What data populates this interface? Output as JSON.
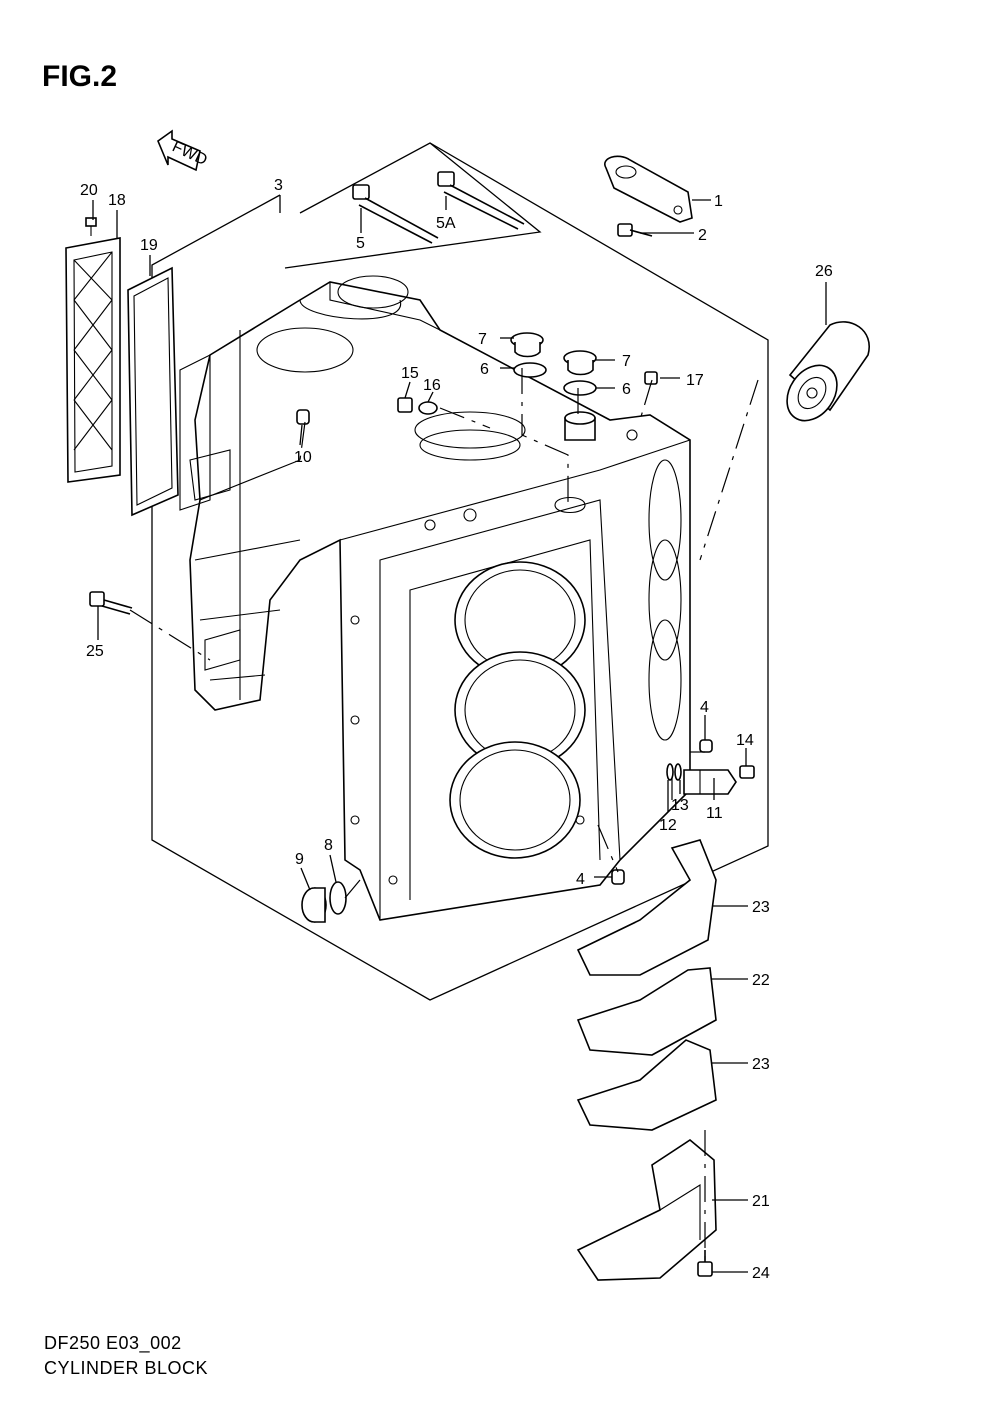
{
  "figure": {
    "title": "FIG.2",
    "fwd_label": "FWD",
    "model_code": "DF250 E03_002",
    "name": "CYLINDER BLOCK"
  },
  "callouts": {
    "c1": "1",
    "c2": "2",
    "c3": "3",
    "c4a": "4",
    "c4b": "4",
    "c5": "5",
    "c5a": "5A",
    "c6a": "6",
    "c6b": "6",
    "c7a": "7",
    "c7b": "7",
    "c8": "8",
    "c9": "9",
    "c10": "10",
    "c11": "11",
    "c12": "12",
    "c13": "13",
    "c14": "14",
    "c15": "15",
    "c16": "16",
    "c17": "17",
    "c18": "18",
    "c19": "19",
    "c20": "20",
    "c21": "21",
    "c22": "22",
    "c23a": "23",
    "c23b": "23",
    "c24": "24",
    "c25": "25",
    "c26": "26"
  }
}
